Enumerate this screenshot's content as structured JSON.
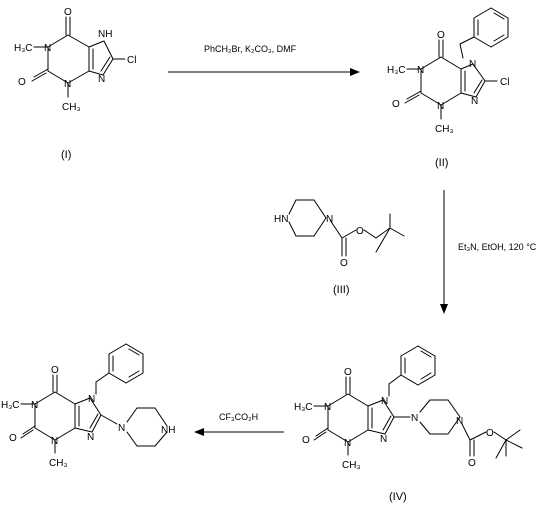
{
  "compounds": {
    "c1": {
      "label": "(I)",
      "atoms": {
        "n1": "N",
        "n3": "N",
        "n7": "NH",
        "n9": "N",
        "o6": "O",
        "o2": "O",
        "cl": "Cl",
        "me1": "H₃C",
        "me3": "CH₃"
      }
    },
    "c2": {
      "label": "(II)",
      "atoms": {
        "n1": "N",
        "n3": "N",
        "n7": "N",
        "n9": "N",
        "o6": "O",
        "o2": "O",
        "cl": "Cl",
        "me1": "H₃C",
        "me3": "CH₃"
      }
    },
    "c3": {
      "label": "(III)",
      "atoms": {
        "hn": "HN",
        "n": "N",
        "o1": "O",
        "o2": "O"
      }
    },
    "c4": {
      "label": "(IV)",
      "atoms": {
        "n1": "N",
        "n3": "N",
        "n7": "N",
        "n9": "N",
        "o6": "O",
        "o2": "O",
        "me1": "H₃C",
        "me3": "CH₃",
        "pipn1": "N",
        "pipn4": "N",
        "o1": "O",
        "o2b": "O"
      }
    },
    "c5": {
      "atoms": {
        "n1": "N",
        "n3": "N",
        "n7": "N",
        "n9": "N",
        "o6": "O",
        "o2": "O",
        "me1": "H₃C",
        "me3": "CH₃",
        "pipn1": "N",
        "nh": "NH"
      }
    }
  },
  "reagents": {
    "step1": "PhCH₂Br, K₂CO₃, DMF",
    "step2": "Et₃N, EtOH, 120 °C",
    "step3": "CF₃CO₂H"
  }
}
